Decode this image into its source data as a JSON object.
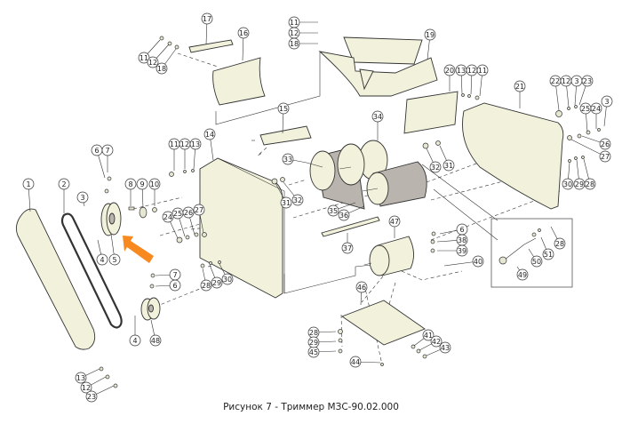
{
  "caption": "Рисунок 7 - Триммер МЗС-90.02.000",
  "highlight_color": "#f7891f",
  "part_fill_color": "#f2f2dc",
  "callouts": [
    {
      "id": "c1",
      "label": "1"
    },
    {
      "id": "c2",
      "label": "2"
    },
    {
      "id": "c3",
      "label": "3"
    },
    {
      "id": "c4a",
      "label": "4"
    },
    {
      "id": "c4b",
      "label": "4"
    },
    {
      "id": "c5",
      "label": "5"
    },
    {
      "id": "c6a",
      "label": "6"
    },
    {
      "id": "c7a",
      "label": "7"
    },
    {
      "id": "c6b",
      "label": "6"
    },
    {
      "id": "c7b",
      "label": "7"
    },
    {
      "id": "c8",
      "label": "8"
    },
    {
      "id": "c9",
      "label": "9"
    },
    {
      "id": "c10",
      "label": "10"
    },
    {
      "id": "c11a",
      "label": "11"
    },
    {
      "id": "c12a",
      "label": "12"
    },
    {
      "id": "c18a",
      "label": "18"
    },
    {
      "id": "c11b",
      "label": "11"
    },
    {
      "id": "c12b",
      "label": "12"
    },
    {
      "id": "c18b",
      "label": "18"
    },
    {
      "id": "c11c",
      "label": "11"
    },
    {
      "id": "c12c",
      "label": "12"
    },
    {
      "id": "c13c",
      "label": "13"
    },
    {
      "id": "c13d",
      "label": "13"
    },
    {
      "id": "c12d",
      "label": "12"
    },
    {
      "id": "c23d",
      "label": "23"
    },
    {
      "id": "c14",
      "label": "14"
    },
    {
      "id": "c15",
      "label": "15"
    },
    {
      "id": "c16",
      "label": "16"
    },
    {
      "id": "c17",
      "label": "17"
    },
    {
      "id": "c19",
      "label": "19"
    },
    {
      "id": "c20",
      "label": "20"
    },
    {
      "id": "c13e",
      "label": "13"
    },
    {
      "id": "c12e",
      "label": "12"
    },
    {
      "id": "c11e",
      "label": "11"
    },
    {
      "id": "c21",
      "label": "21"
    },
    {
      "id": "c22",
      "label": "22"
    },
    {
      "id": "c12f",
      "label": "12"
    },
    {
      "id": "c3f",
      "label": "3"
    },
    {
      "id": "c23f",
      "label": "23"
    },
    {
      "id": "c3g",
      "label": "3"
    },
    {
      "id": "c25g",
      "label": "25"
    },
    {
      "id": "c24g",
      "label": "24"
    },
    {
      "id": "c26g",
      "label": "26"
    },
    {
      "id": "c27g",
      "label": "27"
    },
    {
      "id": "c30g",
      "label": "30"
    },
    {
      "id": "c29g",
      "label": "29"
    },
    {
      "id": "c28g",
      "label": "28"
    },
    {
      "id": "c24h",
      "label": "24"
    },
    {
      "id": "c25h",
      "label": "25"
    },
    {
      "id": "c26h",
      "label": "26"
    },
    {
      "id": "c27h",
      "label": "27"
    },
    {
      "id": "c28h",
      "label": "28"
    },
    {
      "id": "c29h",
      "label": "29"
    },
    {
      "id": "c30h",
      "label": "30"
    },
    {
      "id": "c31a",
      "label": "31"
    },
    {
      "id": "c32a",
      "label": "32"
    },
    {
      "id": "c31b",
      "label": "31"
    },
    {
      "id": "c32b",
      "label": "32"
    },
    {
      "id": "c33",
      "label": "33"
    },
    {
      "id": "c34",
      "label": "34"
    },
    {
      "id": "c35",
      "label": "35"
    },
    {
      "id": "c36",
      "label": "36"
    },
    {
      "id": "c37",
      "label": "37"
    },
    {
      "id": "c6c",
      "label": "6"
    },
    {
      "id": "c38",
      "label": "38"
    },
    {
      "id": "c39",
      "label": "39"
    },
    {
      "id": "c40",
      "label": "40"
    },
    {
      "id": "c41",
      "label": "41"
    },
    {
      "id": "c42",
      "label": "42"
    },
    {
      "id": "c43",
      "label": "43"
    },
    {
      "id": "c44",
      "label": "44"
    },
    {
      "id": "c45",
      "label": "45"
    },
    {
      "id": "c28i",
      "label": "28"
    },
    {
      "id": "c29i",
      "label": "29"
    },
    {
      "id": "c46",
      "label": "46"
    },
    {
      "id": "c47",
      "label": "47"
    },
    {
      "id": "c48",
      "label": "48"
    },
    {
      "id": "c49",
      "label": "49"
    },
    {
      "id": "c50",
      "label": "50"
    },
    {
      "id": "c51",
      "label": "51"
    },
    {
      "id": "c28j",
      "label": "28"
    }
  ]
}
